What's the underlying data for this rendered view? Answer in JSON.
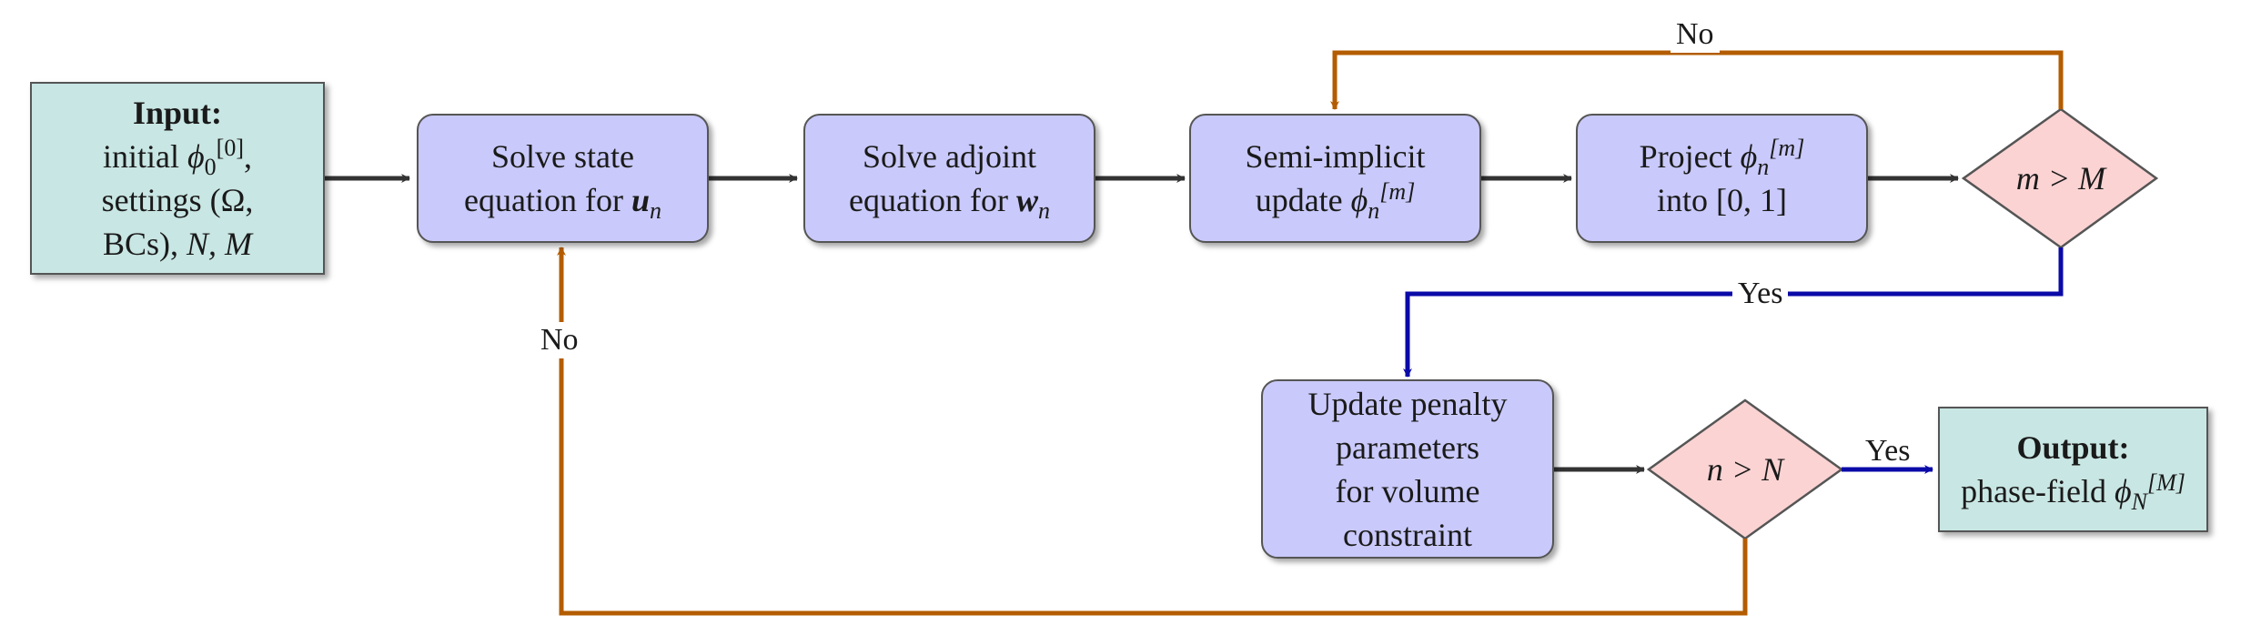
{
  "input": {
    "heading": "Input:",
    "line1_prefix": "initial ",
    "phi": "ϕ",
    "phi_sub": "0",
    "phi_sup": "[0]",
    "line1_suffix": ",",
    "line2": "settings (Ω,",
    "line3_prefix": "BCs), ",
    "line3_math": "N, M"
  },
  "solve_state": {
    "line1": "Solve state",
    "line2_prefix": "equation for ",
    "line2_var": "u",
    "line2_sub": "n"
  },
  "solve_adjoint": {
    "line1": "Solve adjoint",
    "line2_prefix": "equation for ",
    "line2_var": "w",
    "line2_sub": "n"
  },
  "semi_implicit": {
    "line1": "Semi-implicit",
    "line2_prefix": "update ",
    "phi": "ϕ",
    "phi_sub": "n",
    "phi_sup": "[m]"
  },
  "project": {
    "line1_prefix": "Project ",
    "phi": "ϕ",
    "phi_sub": "n",
    "phi_sup": "[m]",
    "line2": "into [0, 1]"
  },
  "decision_m": {
    "text": "m > M"
  },
  "update_penalty": {
    "line1": "Update penalty",
    "line2": "parameters",
    "line3": "for volume",
    "line4": "constraint"
  },
  "decision_n": {
    "text": "n > N"
  },
  "output": {
    "heading": "Output:",
    "line1_prefix": "phase-field ",
    "phi": "ϕ",
    "phi_sub": "N",
    "phi_sup": "[M]"
  },
  "edge_labels": {
    "no_top": "No",
    "yes_m": "Yes",
    "no_left": "No",
    "yes_n": "Yes"
  },
  "colors": {
    "io_fill": "#c8e6e3",
    "process_fill": "#c9c9fb",
    "decision_fill": "#fbd3d3",
    "arrow_main": "#333333",
    "arrow_no": "#b35c00",
    "arrow_yes": "#0a0aa8"
  }
}
